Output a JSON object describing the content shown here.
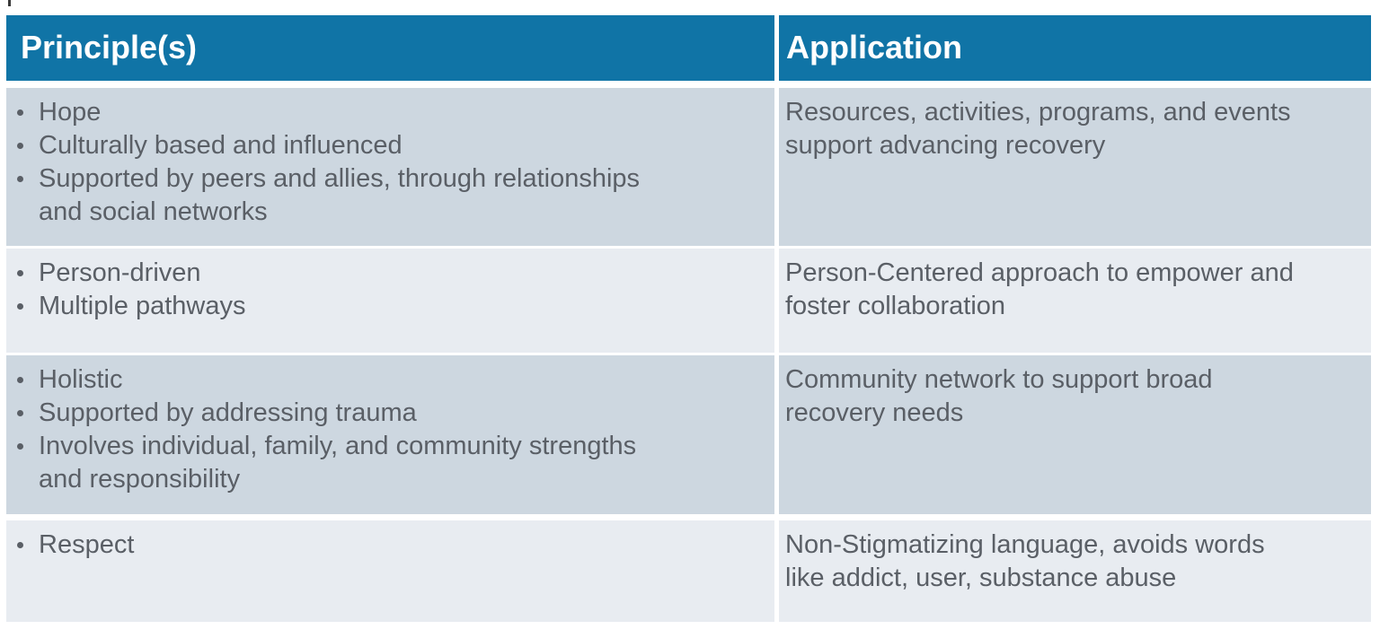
{
  "table": {
    "accent_color": "#1074A6",
    "band_dark_color": "#CDD7E0",
    "band_light_color": "#E8ECF1",
    "text_color": "#5A5F66",
    "header": {
      "principles_label": "Principle(s)",
      "application_label": "Application"
    },
    "rows": [
      {
        "principles": [
          "Hope",
          "Culturally based and influenced",
          "Supported by peers and allies, through relationships\nand social networks"
        ],
        "application": "Resources, activities, programs, and events\nsupport advancing recovery"
      },
      {
        "principles": [
          "Person-driven",
          "Multiple pathways"
        ],
        "application": "Person-Centered approach to empower and\nfoster collaboration"
      },
      {
        "principles": [
          "Holistic",
          "Supported by addressing trauma",
          "Involves individual, family, and community strengths\nand responsibility"
        ],
        "application": "Community network to support broad\nrecovery needs"
      },
      {
        "principles": [
          "Respect"
        ],
        "application": "Non-Stigmatizing language, avoids words\nlike addict, user, substance abuse"
      }
    ]
  }
}
